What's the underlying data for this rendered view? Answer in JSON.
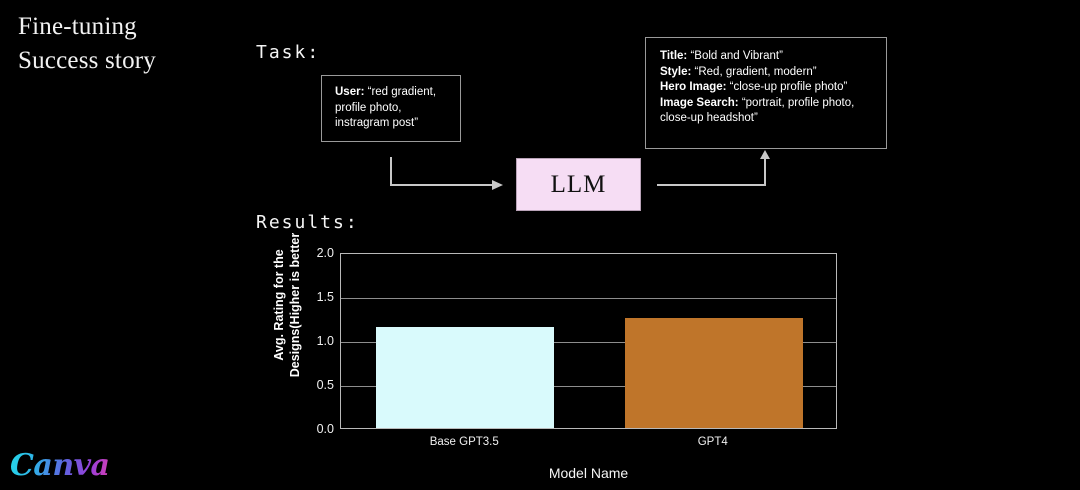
{
  "slide": {
    "title_line1": "Fine-tuning",
    "title_line2": "Success story",
    "brand": "Canva"
  },
  "flow": {
    "task_label": "Task:",
    "results_label": "Results:",
    "llm_label": "LLM",
    "user_box": {
      "label": "User:",
      "value": "“red gradient,",
      "line2": "profile photo,",
      "line3": "instragram post”"
    },
    "output_box": {
      "title_label": "Title:",
      "title_value": "“Bold and Vibrant”",
      "style_label": "Style:",
      "style_value": "“Red, gradient, modern”",
      "hero_label": "Hero Image:",
      "hero_value": "“close-up profile photo”",
      "search_label": "Image Search:",
      "search_value": "“portrait, profile photo,",
      "search_value2": "close-up headshot”"
    }
  },
  "chart_data": {
    "type": "bar",
    "title": "",
    "categories": [
      "Base GPT3.5",
      "GPT4"
    ],
    "values": [
      1.15,
      1.25
    ],
    "bar_colors": [
      "#d9fafc",
      "#bf752a"
    ],
    "xlabel": "Model Name",
    "ylabel_line1": "Avg. Rating for the",
    "ylabel_line2": "Designs(Higher is better",
    "ylim": [
      0.0,
      2.0
    ],
    "yticks": [
      "2.0",
      "1.5",
      "1.0",
      "0.5",
      "0.0"
    ],
    "ytick_values": [
      2.0,
      1.5,
      1.0,
      0.5,
      0.0
    ],
    "grid": true,
    "legend": "none"
  }
}
